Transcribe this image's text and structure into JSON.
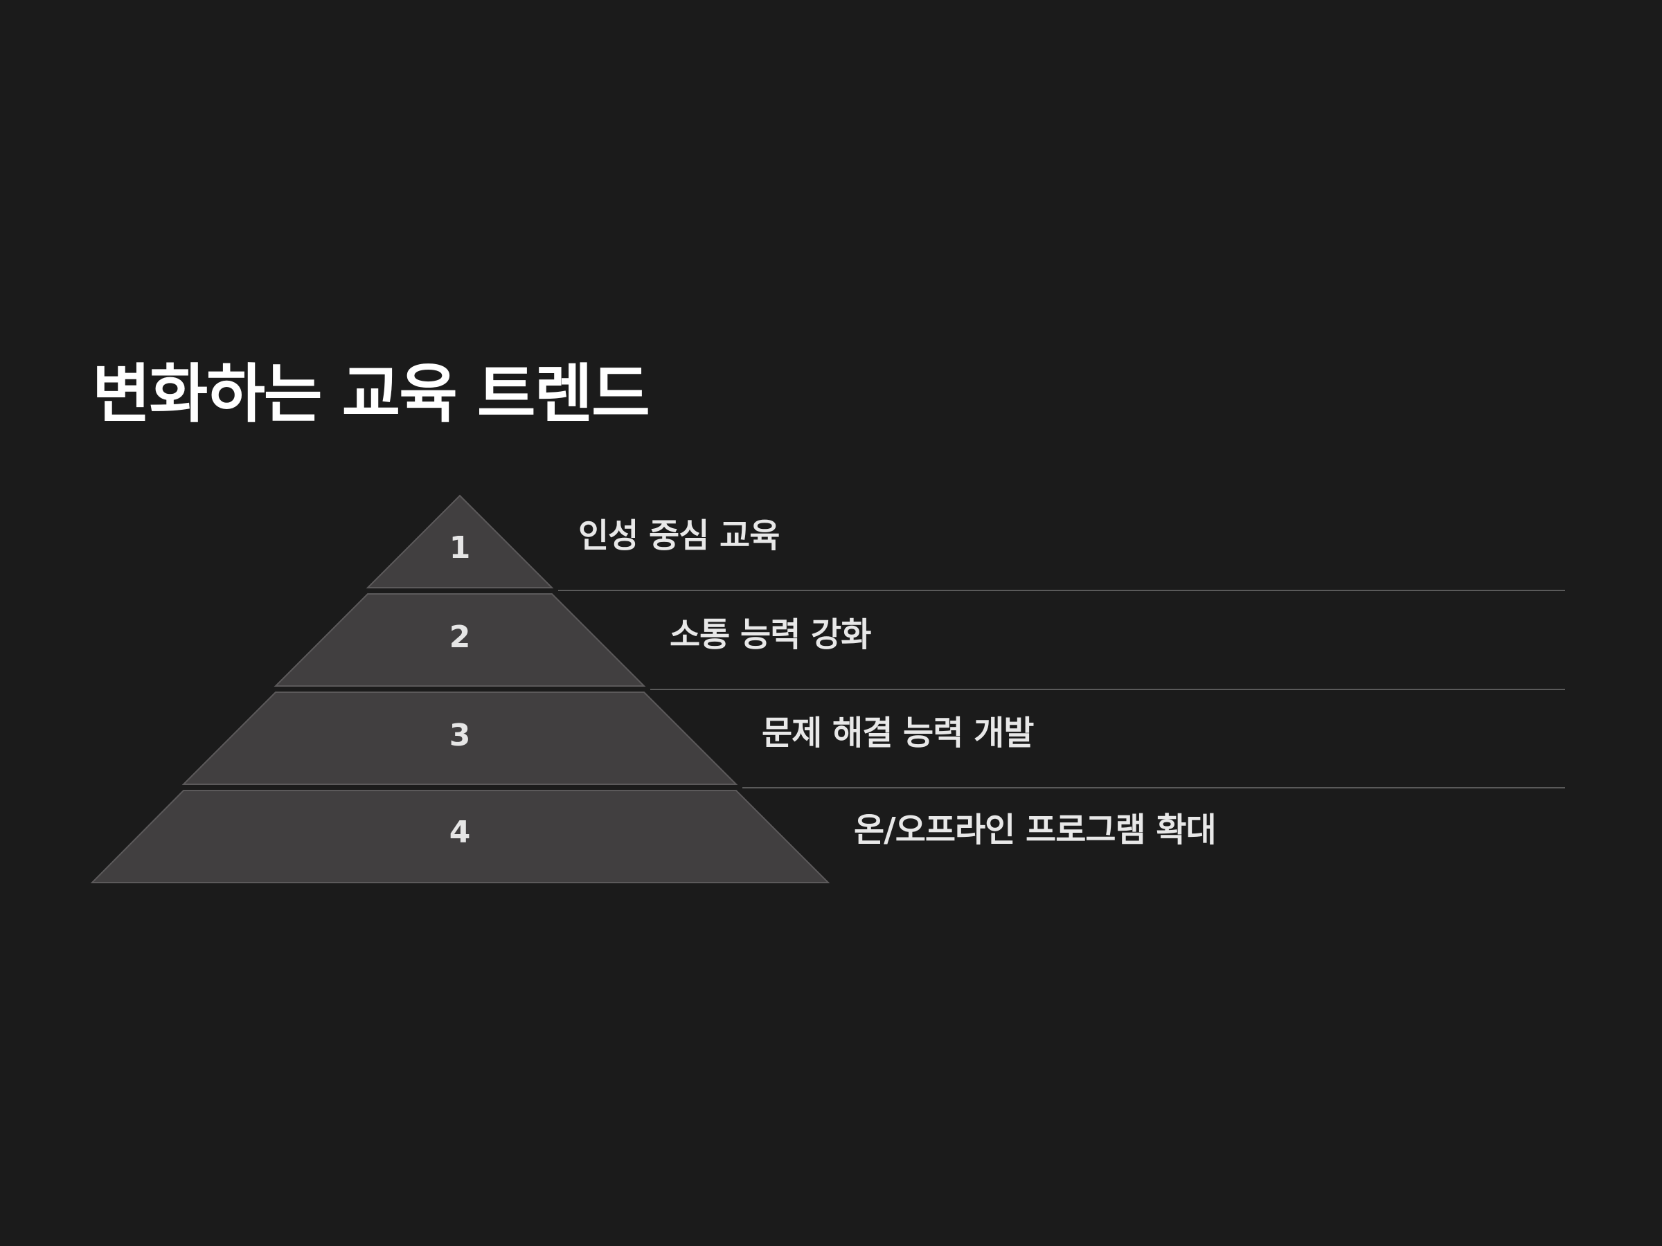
{
  "title": "변화하는 교육 트렌드",
  "tiers": [
    {
      "number": "1",
      "label": "인성 중심 교육"
    },
    {
      "number": "2",
      "label": "소통 능력 강화"
    },
    {
      "number": "3",
      "label": "문제 해결 능력 개발"
    },
    {
      "number": "4",
      "label": "온/오프라인 프로그램 확대"
    }
  ],
  "colors": {
    "background": "#1b1b1b",
    "tier_fill": "#413f40",
    "text": "#e8e8e8"
  }
}
